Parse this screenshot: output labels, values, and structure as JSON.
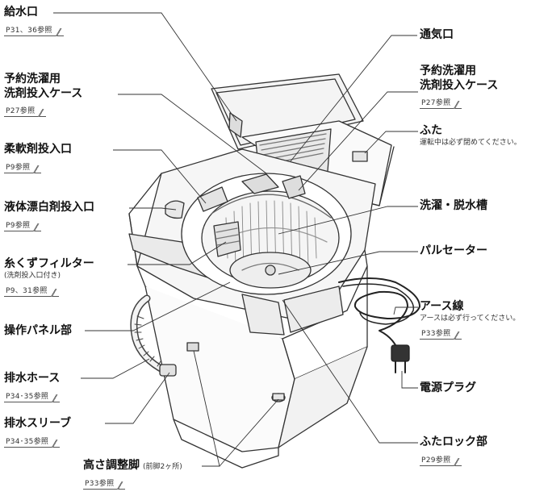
{
  "labels": {
    "water_inlet": {
      "title": "給水口",
      "ref": "P31、36参照"
    },
    "reserve_case_left": {
      "title1": "予約洗濯用",
      "title2": "洗剤投入ケース",
      "ref": "P27参照"
    },
    "softener_inlet": {
      "title": "柔軟剤投入口",
      "ref": "P9参照"
    },
    "bleach_inlet": {
      "title": "液体漂白剤投入口",
      "ref": "P9参照"
    },
    "lint_filter": {
      "title": "糸くずフィルター",
      "sub": "(洗剤投入口付き)",
      "ref": "P9、31参照"
    },
    "control_panel": {
      "title": "操作パネル部"
    },
    "drain_hose": {
      "title": "排水ホース",
      "ref": "P34･35参照"
    },
    "drain_sleeve": {
      "title": "排水スリーブ",
      "ref": "P34･35参照"
    },
    "leveling_feet": {
      "title": "高さ調整脚",
      "sub": "(前脚2ヶ所)",
      "ref": "P33参照"
    },
    "vent": {
      "title": "通気口"
    },
    "reserve_case_right": {
      "title1": "予約洗濯用",
      "title2": "洗剤投入ケース",
      "ref": "P27参照"
    },
    "lid": {
      "title": "ふた",
      "note": "運転中は必ず閉めてください。"
    },
    "tub": {
      "title": "洗濯・脱水槽"
    },
    "pulsator": {
      "title": "パルセーター"
    },
    "ground_wire": {
      "title": "アース線",
      "note": "アースは必ず行ってください。",
      "ref": "P33参照"
    },
    "plug": {
      "title": "電源プラグ"
    },
    "lid_lock": {
      "title": "ふたロック部",
      "ref": "P29参照"
    }
  }
}
